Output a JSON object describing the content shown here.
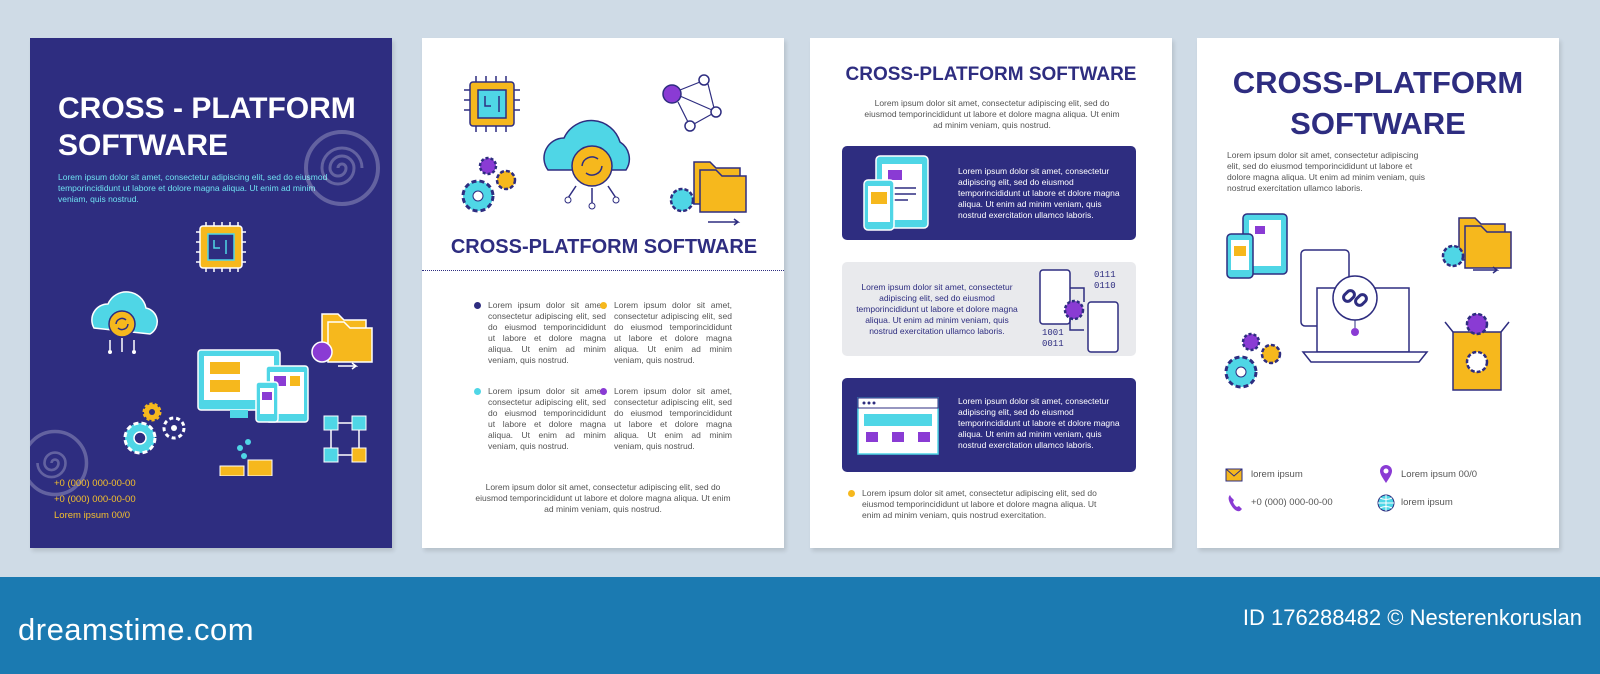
{
  "page1": {
    "title_line1": "CROSS - PLATFORM",
    "title_line2": "SOFTWARE",
    "intro": "Lorem ipsum dolor sit amet, consectetur adipiscing elit, sed do eiusmod temporincididunt ut labore et dolore magna aliqua. Ut enim ad minim veniam, quis nostrud.",
    "contacts": [
      "+0 (000) 000-00-00",
      "+0 (000) 000-00-00",
      "Lorem ipsum 00/0"
    ]
  },
  "page2": {
    "title": "CROSS-PLATFORM SOFTWARE",
    "bullets": [
      {
        "text": "Lorem ipsum dolor sit amet, consectetur adipiscing elit, sed do eiusmod temporincididunt ut labore et dolore magna aliqua. Ut enim ad minim veniam, quis nostrud.",
        "color": "#2e2d80"
      },
      {
        "text": "Lorem ipsum dolor sit amet, consectetur adipiscing elit, sed do eiusmod temporincididunt ut labore et dolore magna aliqua. Ut enim ad minim veniam, quis nostrud.",
        "color": "#f6b81d"
      },
      {
        "text": "Lorem ipsum dolor sit amet, consectetur adipiscing elit, sed do eiusmod temporincididunt ut labore et dolore magna aliqua. Ut enim ad minim veniam, quis nostrud.",
        "color": "#4fd6e6"
      },
      {
        "text": "Lorem ipsum dolor sit amet, consectetur adipiscing elit, sed do eiusmod temporincididunt ut labore et dolore magna aliqua. Ut enim ad minim veniam, quis nostrud.",
        "color": "#8a3bd4"
      }
    ],
    "footer": "Lorem ipsum dolor sit amet, consectetur adipiscing elit, sed do eiusmod temporincididunt ut labore et dolore magna aliqua. Ut enim ad minim veniam, quis nostrud."
  },
  "page3": {
    "title": "CROSS-PLATFORM SOFTWARE",
    "intro": "Lorem ipsum dolor sit amet, consectetur adipiscing elit, sed do eiusmod temporincididunt ut labore et dolore magna aliqua. Ut enim ad minim veniam, quis nostrud.",
    "band_text": "Lorem ipsum dolor sit amet, consectetur adipiscing elit, sed do eiusmod temporincididunt ut labore et dolore magna aliqua. Ut enim ad minim veniam, quis nostrud exercitation ullamco laboris.",
    "binary_top": [
      "0111",
      "0110"
    ],
    "binary_bottom": [
      "1001",
      "0011"
    ],
    "footer": "Lorem ipsum dolor sit amet, consectetur adipiscing elit, sed do eiusmod temporincididunt ut labore et dolore magna aliqua. Ut enim ad minim veniam, quis nostrud exercitation."
  },
  "page4": {
    "title_line1": "CROSS-PLATFORM",
    "title_line2": "SOFTWARE",
    "intro": "Lorem ipsum dolor sit amet, consectetur adipiscing elit, sed do eiusmod temporincididunt ut labore et dolore magna aliqua. Ut enim ad minim veniam, quis nostrud exercitation ullamco laboris.",
    "contact_email": "lorem ipsum",
    "contact_address": "Lorem ipsum 00/0",
    "contact_phone": "+0 (000) 000-00-00",
    "contact_web": "lorem ipsum"
  },
  "footer": {
    "brand": "dreamstime.com",
    "credit": "ID 176288482 © Nesterenkoruslan"
  },
  "colors": {
    "navy": "#2e2d80",
    "yellow": "#f6b81d",
    "cyan": "#4fd6e6",
    "purple": "#8a3bd4",
    "footer_blue": "#1b7ab1"
  }
}
